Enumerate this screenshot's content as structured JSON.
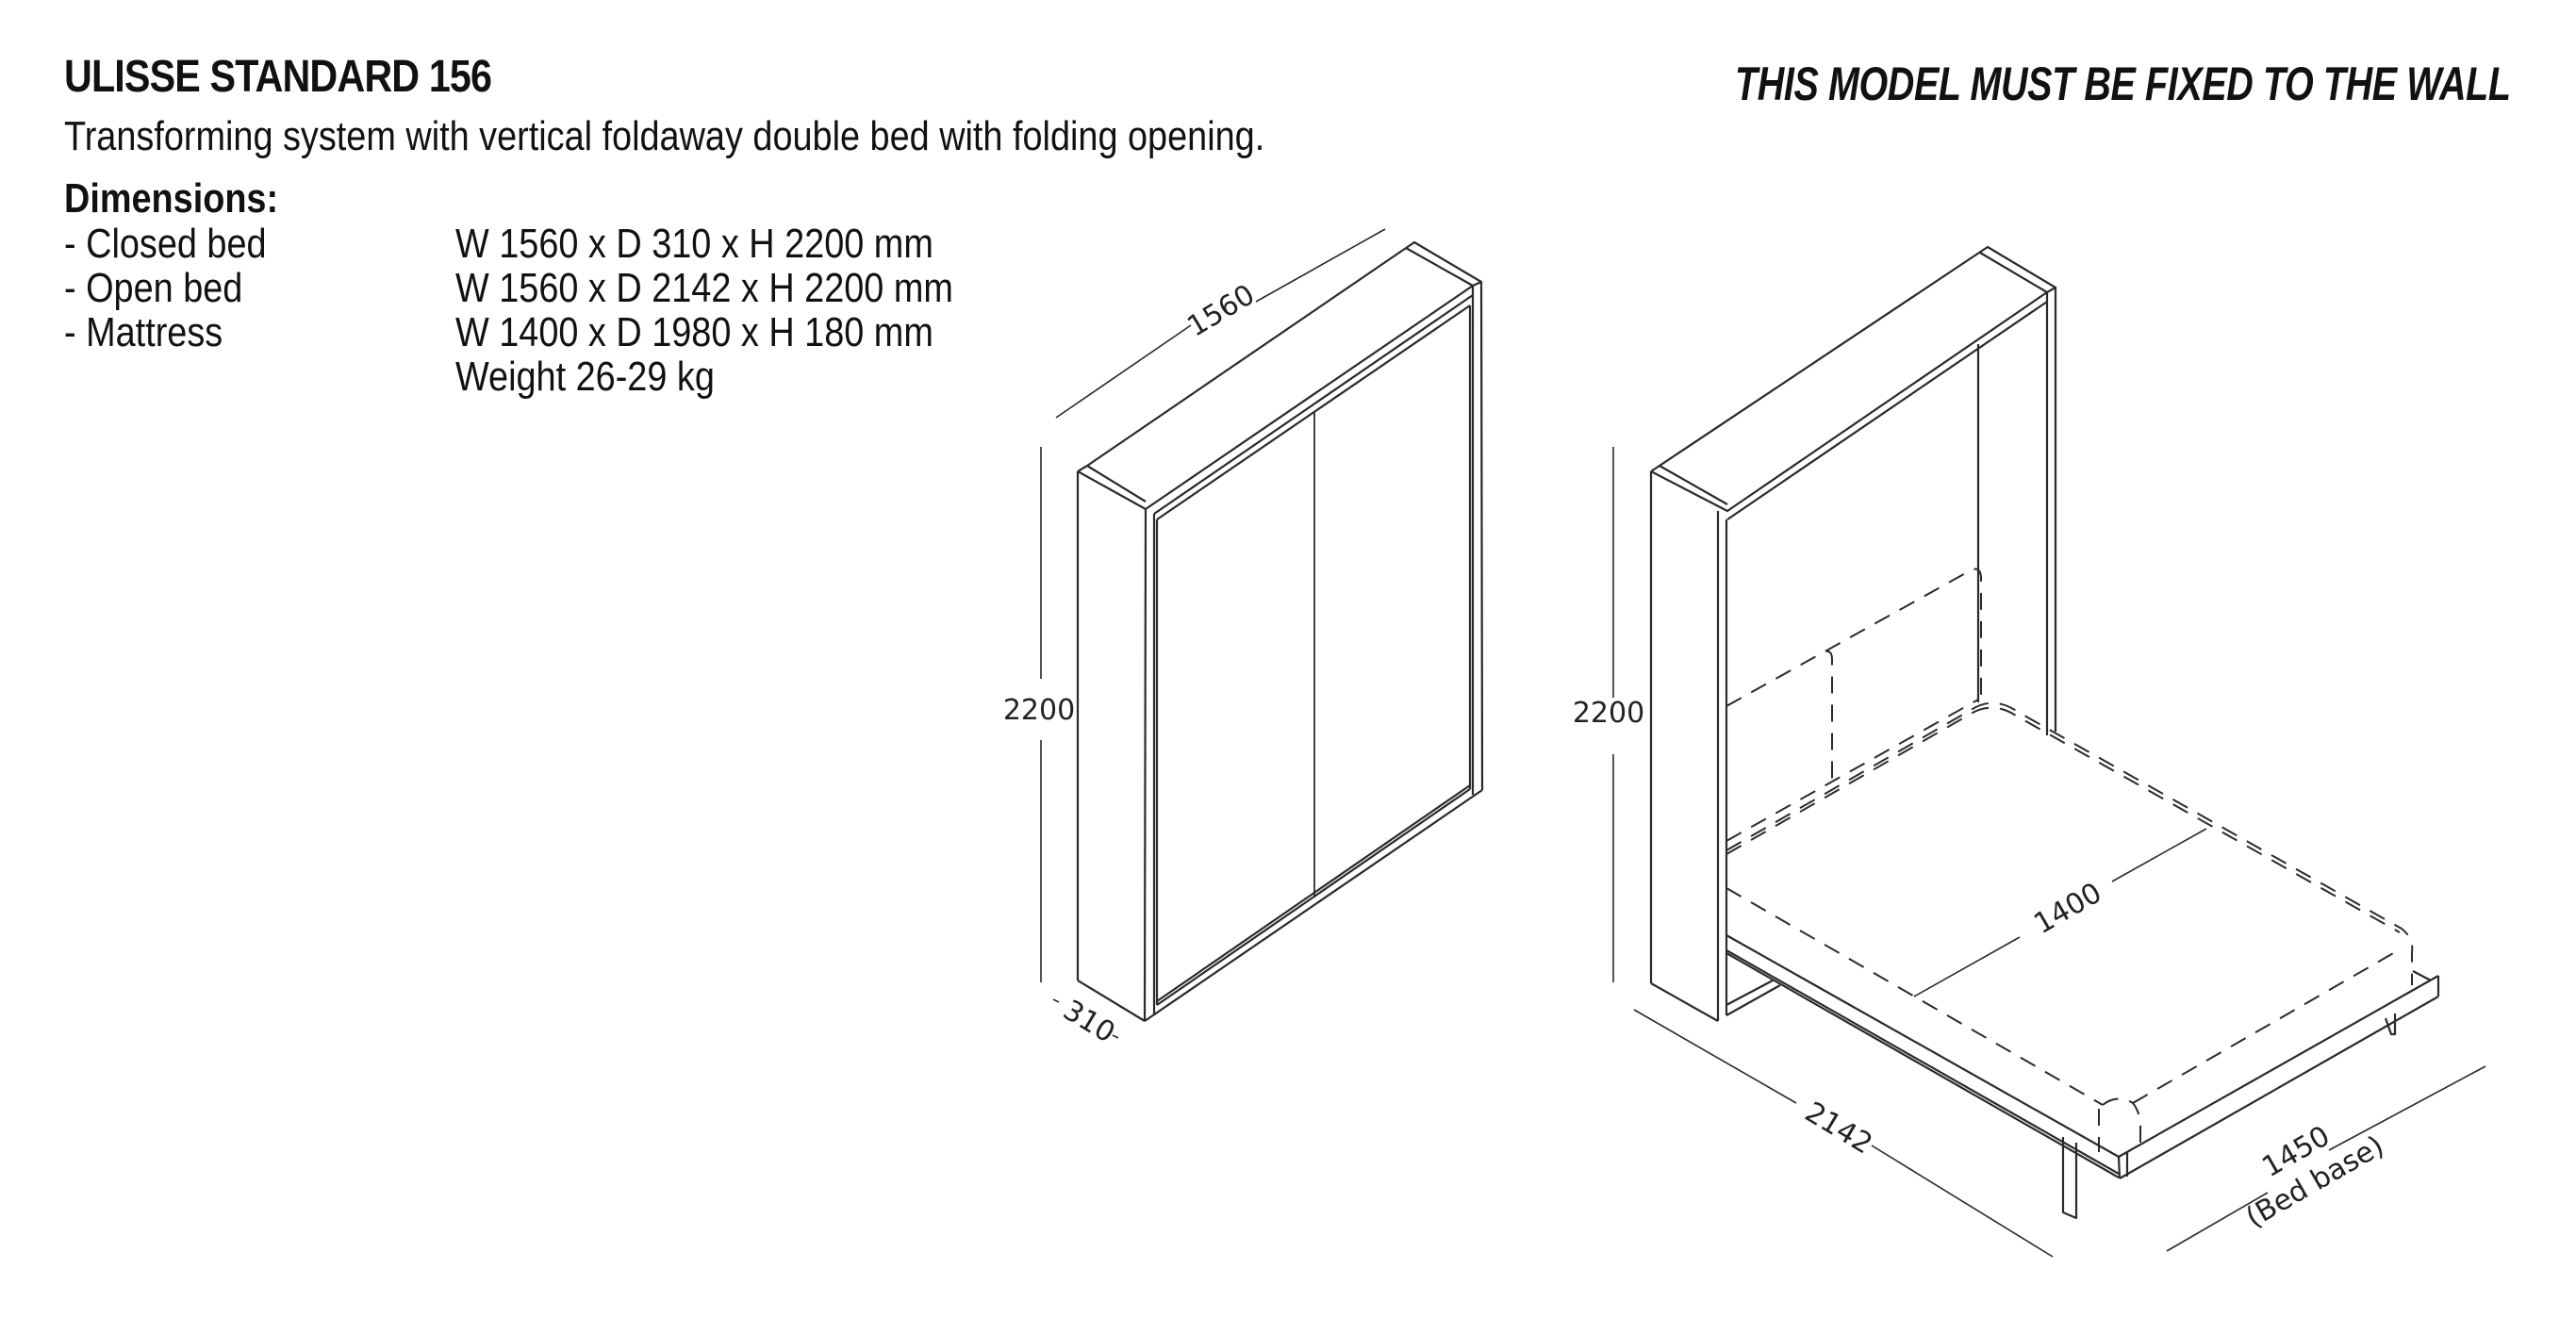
{
  "header": {
    "title": "ULISSE STANDARD 156",
    "subtitle": "Transforming system with vertical foldaway double bed with folding opening.",
    "warning": "THIS MODEL MUST BE FIXED TO THE WALL"
  },
  "dimensions": {
    "heading": "Dimensions:",
    "rows": [
      {
        "label": "-  Closed bed",
        "value": "W 1560 x D 310 x H 2200 mm"
      },
      {
        "label": "-  Open bed",
        "value": "W 1560 x D 2142 x H 2200 mm"
      },
      {
        "label": "-  Mattress",
        "value": "W 1400 x D 1980 x H 180 mm"
      },
      {
        "label": "",
        "value": "Weight 26-29 kg"
      }
    ]
  },
  "drawings": {
    "closed": {
      "width_label": "1560",
      "height_label": "2200",
      "depth_label": "310"
    },
    "open": {
      "height_label": "2200",
      "mattress_width_label": "1400",
      "depth_label": "2142",
      "base_width_label": "1450",
      "base_width_note": "(Bed base)"
    }
  },
  "colors": {
    "line": "#2a2a2a",
    "text": "#111111",
    "background": "#ffffff"
  }
}
